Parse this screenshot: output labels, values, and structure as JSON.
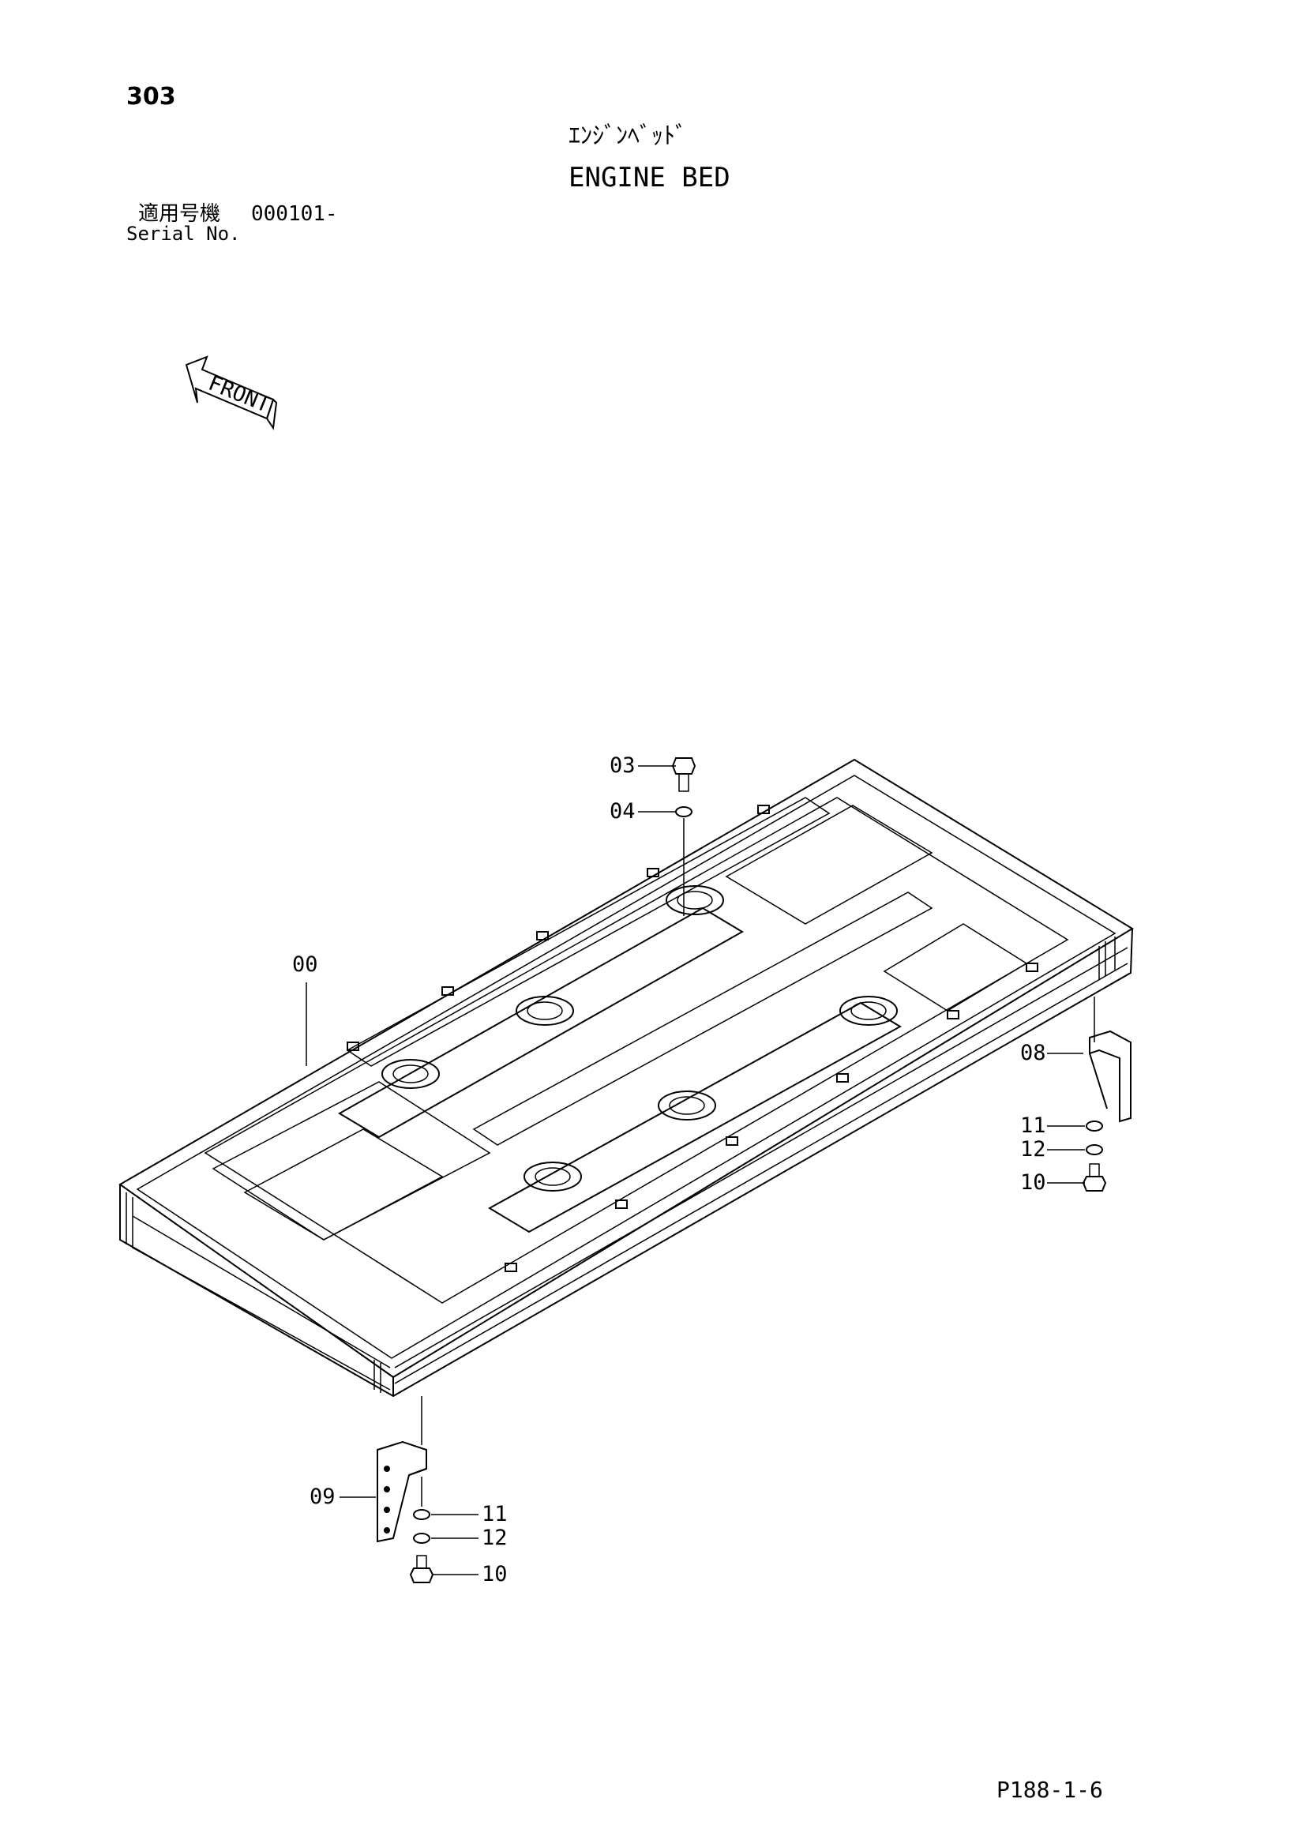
{
  "page_number": "303",
  "title_ja": "ｴﾝｼﾞﾝﾍﾞｯﾄﾞ",
  "title_en": "ENGINE BED",
  "serial": {
    "label_ja": "適用号機",
    "value": "000101-",
    "label_en": "Serial No."
  },
  "front_label": "FRONT",
  "callouts": [
    {
      "id": "00"
    },
    {
      "id": "03"
    },
    {
      "id": "04"
    },
    {
      "id": "08"
    },
    {
      "id": "09"
    },
    {
      "id": "10"
    },
    {
      "id": "11"
    },
    {
      "id": "12"
    }
  ],
  "callout_labels": {
    "c00": "00",
    "c03": "03",
    "c04": "04",
    "c08": "08",
    "c09": "09",
    "c10a": "10",
    "c11a": "11",
    "c12a": "12",
    "c10b": "10",
    "c11b": "11",
    "c12b": "12"
  },
  "figure_id": "P188-1-6"
}
